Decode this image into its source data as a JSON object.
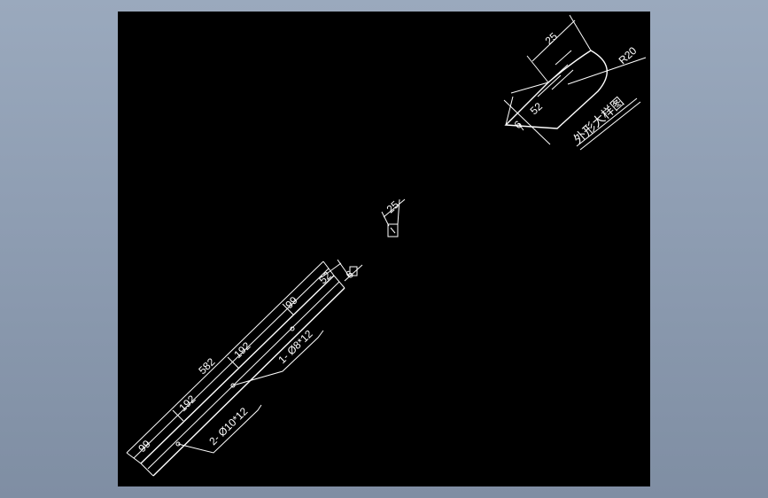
{
  "drawing": {
    "background_color": "#000000",
    "line_color": "#ffffff",
    "frame_color": "#8e9db2",
    "detail_view": {
      "title": "外形大样图",
      "dim_width": "25",
      "dim_height": "52",
      "dim_radius": "R20",
      "dim_small": "6"
    },
    "section_view": {
      "dim_width": "25"
    },
    "main_view": {
      "dim_total": "582",
      "dim_end_left": "99",
      "dim_seg_1": "192",
      "dim_seg_2": "192",
      "dim_end_right": "99",
      "dim_section": "52",
      "dim_thickness": "6",
      "note_holes_large": "2- Ø10*12",
      "note_holes_small": "1- Ø8*12"
    }
  }
}
